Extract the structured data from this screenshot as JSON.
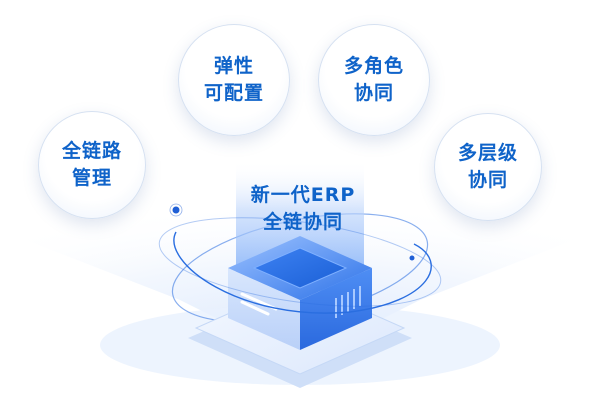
{
  "bubbles": [
    {
      "line1": "全链路",
      "line2": "管理"
    },
    {
      "line1": "弹性",
      "line2": "可配置"
    },
    {
      "line1": "多角色",
      "line2": "协同"
    },
    {
      "line1": "多层级",
      "line2": "协同"
    }
  ],
  "center": {
    "line1": "新一代ERP",
    "line2": "全链协同"
  },
  "colors": {
    "accent": "#0f63c9",
    "beam": "#4c8ff5",
    "ring": "#2a6ee0"
  }
}
